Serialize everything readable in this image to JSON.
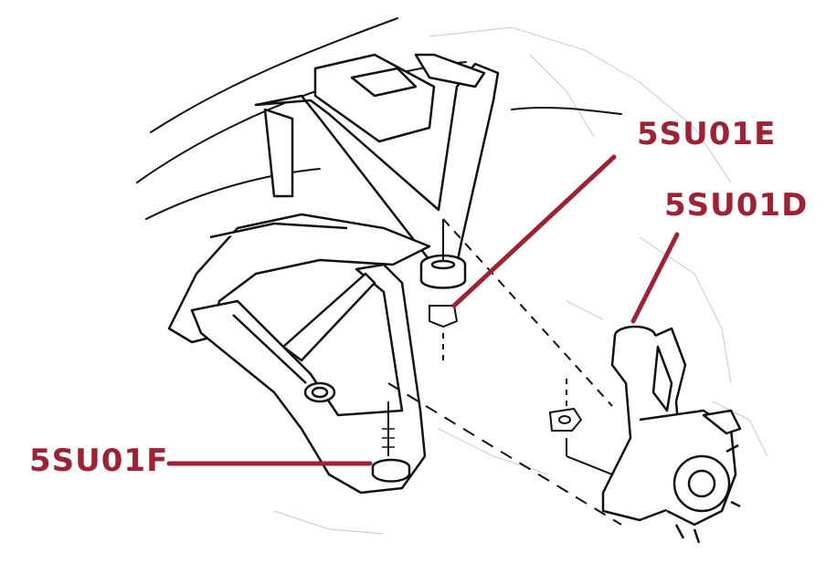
{
  "labels": {
    "upper_ball_joint": "5SU01E",
    "steering_knuckle": "5SU01D",
    "lower_ball_joint": "5SU01F"
  },
  "colors": {
    "callout": "#9b2335",
    "line_art": "#111111",
    "faint_art": "#bdbdbd"
  }
}
